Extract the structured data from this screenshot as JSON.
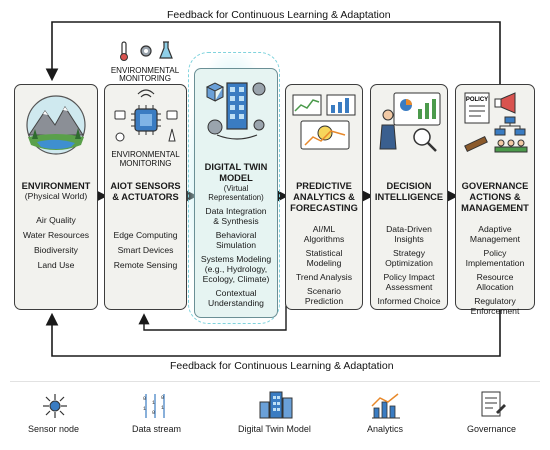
{
  "feedback_top": "Feedback for Continuous Learning & Adaptation",
  "feedback_bottom": "Feedback for Continuous Learning & Adaptation",
  "env_monitoring_top": [
    "ENVIRONMENTAL",
    "MONITORING"
  ],
  "env_monitoring_mid": [
    "ENVIRONMENTAL",
    "MONITORING"
  ],
  "stages": [
    {
      "title": [
        "ENVIRONMENT"
      ],
      "subtitle": "(Physical World)",
      "items": [
        "Air Quality",
        "Water Resources",
        "Biodiversity",
        "Land Use"
      ]
    },
    {
      "title": [
        "AIOT SENSORS",
        "& ACTUATORS"
      ],
      "subtitle": "",
      "items": [
        "Edge Computing",
        "Smart Devices",
        "Remote Sensing"
      ]
    },
    {
      "title": [
        "DIGITAL TWIN",
        "MODEL"
      ],
      "subtitle": "(Virtual Representation)",
      "items": [
        "Data Integration",
        "& Synthesis",
        "Behavioral",
        "Simulation",
        "Systems Modeling",
        "(e.g., Hydrology,",
        "Ecology, Climate)",
        "Contextual",
        "Understanding"
      ]
    },
    {
      "title": [
        "PREDICTIVE",
        "ANALYTICS &",
        "FORECASTING"
      ],
      "subtitle": "",
      "items": [
        "AI/ML",
        "Algorithms",
        "Statistical",
        "Modeling",
        "Trend Analysis",
        "Scenario",
        "Prediction"
      ]
    },
    {
      "title": [
        "DECISION",
        "INTELLIGENCE"
      ],
      "subtitle": "",
      "items": [
        "Data-Driven",
        "Insights",
        "Strategy",
        "Optimization",
        "Policy Impact",
        "Assessment",
        "Informed Choice"
      ]
    },
    {
      "title": [
        "GOVERNANCE",
        "ACTIONS &",
        "MANAGEMENT"
      ],
      "subtitle": "",
      "items": [
        "Adaptive",
        "Management",
        "Policy",
        "Implementation",
        "Resource",
        "Allocation",
        "Regulatory",
        "Enforcement"
      ]
    }
  ],
  "policy_label": "POLICY",
  "legend": [
    {
      "icon": "sensor-node-icon",
      "label": "Sensor node"
    },
    {
      "icon": "data-stream-icon",
      "label": "Data stream"
    },
    {
      "icon": "digital-twin-model-icon",
      "label": "Digital Twin Model"
    },
    {
      "icon": "analytics-icon",
      "label": "Analytics"
    },
    {
      "icon": "governance-icon",
      "label": "Governance"
    }
  ],
  "colors": {
    "box_fill": "#f2f2ee",
    "box_border": "#3d3d3d",
    "glow": "#bfeff2",
    "accent_blue": "#3a7cc2",
    "accent_orange": "#e8892b",
    "accent_green": "#4b9a4b"
  }
}
